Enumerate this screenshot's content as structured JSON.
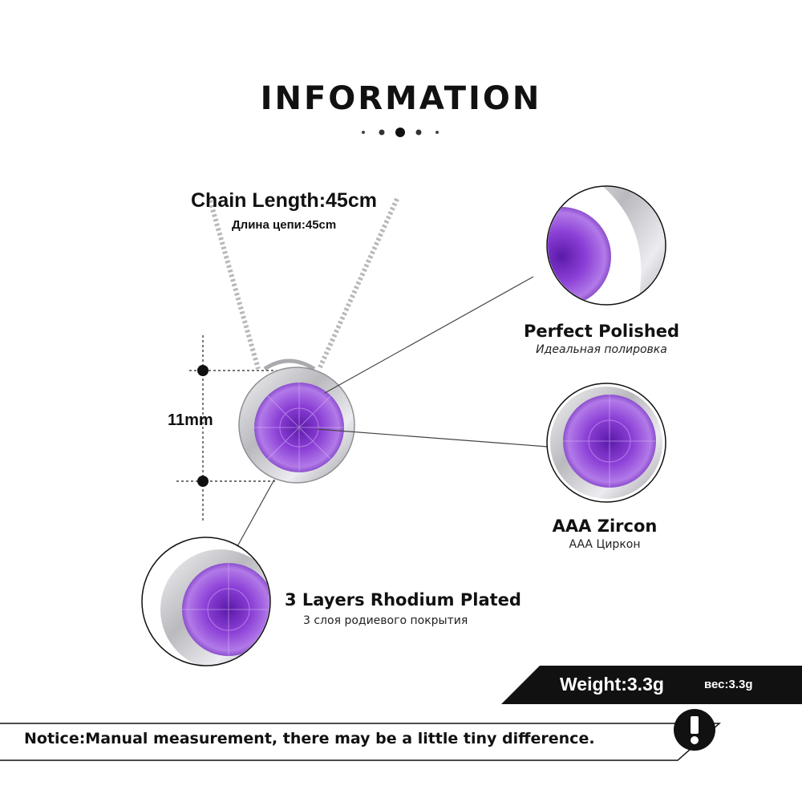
{
  "header": {
    "title": "INFORMATION"
  },
  "chain": {
    "length_en": "Chain Length:45cm",
    "length_ru": "Длина цепи:45cm"
  },
  "pendant": {
    "size": "11mm"
  },
  "features": {
    "polished": {
      "title": "Perfect  Polished",
      "subtitle": "Идеальная полировка"
    },
    "zircon": {
      "title": "AAA  Zircon",
      "subtitle": "AAA Циркон"
    },
    "rhodium": {
      "title": "3 Layers Rhodium Plated",
      "subtitle": "3 слоя родиевого покрытия"
    }
  },
  "weight": {
    "en": "Weight:3.3g",
    "ru": "вес:3.3g"
  },
  "notice": {
    "text": "Notice:Manual measurement, there may be a little tiny difference.",
    "icon": "exclamation-icon"
  },
  "colors": {
    "gem": "#8a3fd0",
    "metal": "#c9c9cc",
    "text": "#111111",
    "bar": "#111111"
  }
}
